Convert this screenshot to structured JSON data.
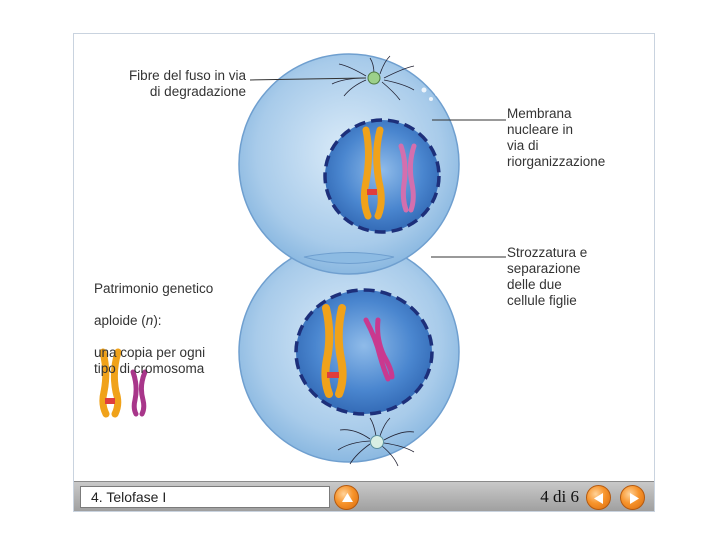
{
  "labels": {
    "spindle_fibers": "Fibre del fuso in via\ndi degradazione",
    "nuclear_membrane": "Membrana\nnucleare in\nvia di\nriorganizzazione",
    "constriction": "Strozzatura e\nseparazione\ndelle due\ncellule figlie",
    "genetic_material_line1": "Patrimonio genetico",
    "genetic_material_line2a": "aploide (",
    "genetic_material_n": "n",
    "genetic_material_line2b": "):",
    "genetic_material_rest": "una copia per ogni\ntipo di cromosoma"
  },
  "toolbar": {
    "phase_title": "4. Telofase I",
    "page_current": "4",
    "page_of": "di",
    "page_total": "6"
  },
  "icons": {
    "up": "triangle-up-icon",
    "prev": "triangle-left-icon",
    "next": "triangle-right-icon"
  },
  "colors": {
    "cell_fill": "#a8cbea",
    "nucleus_fill": "#4a86cf",
    "membrane_dash": "#1d2f7a",
    "chromosome_large": "#f5b020",
    "chromosome_small": "#d64f9e",
    "button_orange": "#f7942c"
  }
}
